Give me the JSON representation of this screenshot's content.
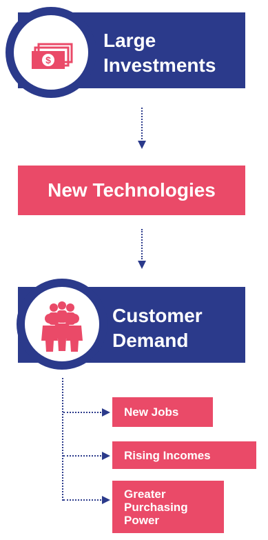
{
  "top": {
    "title": "Large Investments",
    "icon": "money-icon"
  },
  "middle": {
    "label": "New Technologies"
  },
  "bottom": {
    "title": "Customer Demand",
    "icon": "crowd-icon"
  },
  "outcomes": [
    {
      "label": "New Jobs"
    },
    {
      "label": "Rising Incomes"
    },
    {
      "label": "Greater Purchasing Power"
    }
  ],
  "colors": {
    "navy": "#2b3a8b",
    "accent": "#ea4a68",
    "background": "#ffffff"
  }
}
